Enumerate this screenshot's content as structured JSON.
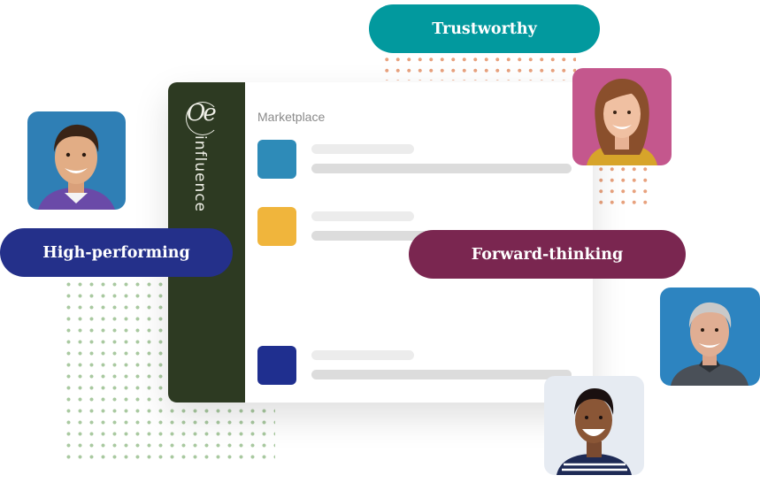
{
  "colors": {
    "sidebar": "#2d3a22",
    "teal": "#02999e",
    "navy": "#24308a",
    "maroon": "#7a2650",
    "square_blue": "#2e8bb8",
    "square_yellow": "#f0b53c",
    "square_navy": "#1f2f8f",
    "dots_orange": "#e8a27e",
    "dots_green": "#a9c9a0"
  },
  "badges": {
    "trustworthy": "Trustworthy",
    "high_performing": "High-performing",
    "forward_thinking": "Forward-thinking"
  },
  "card": {
    "logo_text": "influence",
    "title": "Marketplace",
    "items": [
      {
        "color": "#2e8bb8"
      },
      {
        "color": "#f0b53c"
      },
      {
        "color": "#1f2f8f"
      }
    ]
  },
  "people": [
    {
      "name": "avatar-man-smiling",
      "bg": "#2f7fb5"
    },
    {
      "name": "avatar-woman-smiling",
      "bg": "#c4578d"
    },
    {
      "name": "avatar-older-man",
      "bg": "#2d84c0"
    },
    {
      "name": "avatar-woman-laughing",
      "bg": "#e6ebf2"
    }
  ]
}
